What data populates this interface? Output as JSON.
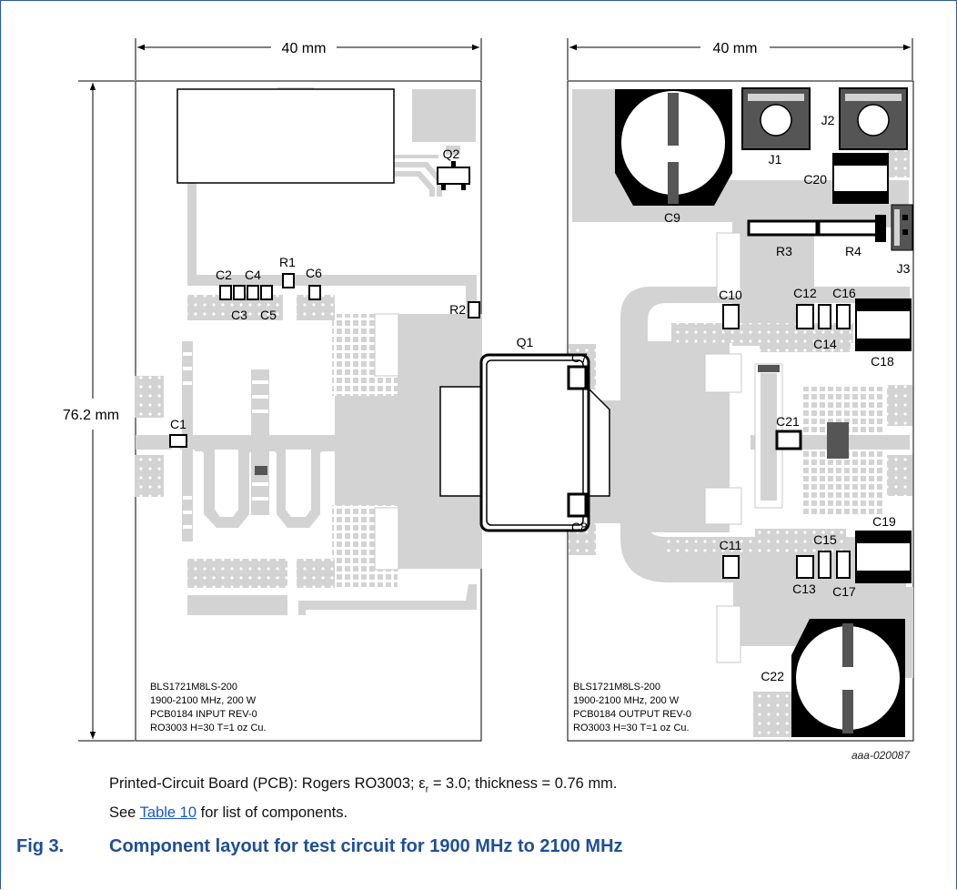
{
  "dimensions": {
    "board_width": "40 mm",
    "board_height": "76.2 mm"
  },
  "input_board": {
    "labels": [
      "BLS1721M8LS-200",
      "1900-2100 MHz, 200 W",
      "PCB0184 INPUT REV-0",
      "RO3003 H=30 T=1 oz Cu."
    ],
    "components": {
      "q2": "Q2",
      "r1": "R1",
      "r2": "R2",
      "c1": "C1",
      "c2": "C2",
      "c3": "C3",
      "c4": "C4",
      "c5": "C5",
      "c6": "C6"
    }
  },
  "output_board": {
    "labels": [
      "BLS1721M8LS-200",
      "1900-2100 MHz, 200 W",
      "PCB0184 OUTPUT REV-0",
      "RO3003 H=30 T=1 oz Cu."
    ],
    "components": {
      "c9": "C9",
      "j1": "J1",
      "j2": "J2",
      "j3": "J3",
      "c20": "C20",
      "r3": "R3",
      "r4": "R4",
      "c10": "C10",
      "c11": "C11",
      "c12": "C12",
      "c13": "C13",
      "c14": "C14",
      "c15": "C15",
      "c16": "C16",
      "c17": "C17",
      "c18": "C18",
      "c19": "C19",
      "c21": "C21",
      "c22": "C22"
    }
  },
  "transistor": {
    "q1": "Q1",
    "c7": "C7",
    "c8": "C8"
  },
  "figure_code": "aaa-020087",
  "caption": {
    "line1_before": "Printed-Circuit Board (PCB): Rogers RO3003; ε",
    "line1_sub": "r",
    "line1_after": " = 3.0; thickness = 0.76 mm.",
    "line2_before": "See ",
    "line2_link": "Table 10",
    "line2_after": " for list of components."
  },
  "figure": {
    "number": "Fig 3.",
    "title": "Component layout for test circuit for 1900 MHz to 2100 MHz"
  },
  "colors": {
    "trace": "#d3d3d3",
    "dark_pad": "#555555",
    "outline": "#000000",
    "title_blue": "#1f4f95",
    "link": "#1a56c9"
  }
}
